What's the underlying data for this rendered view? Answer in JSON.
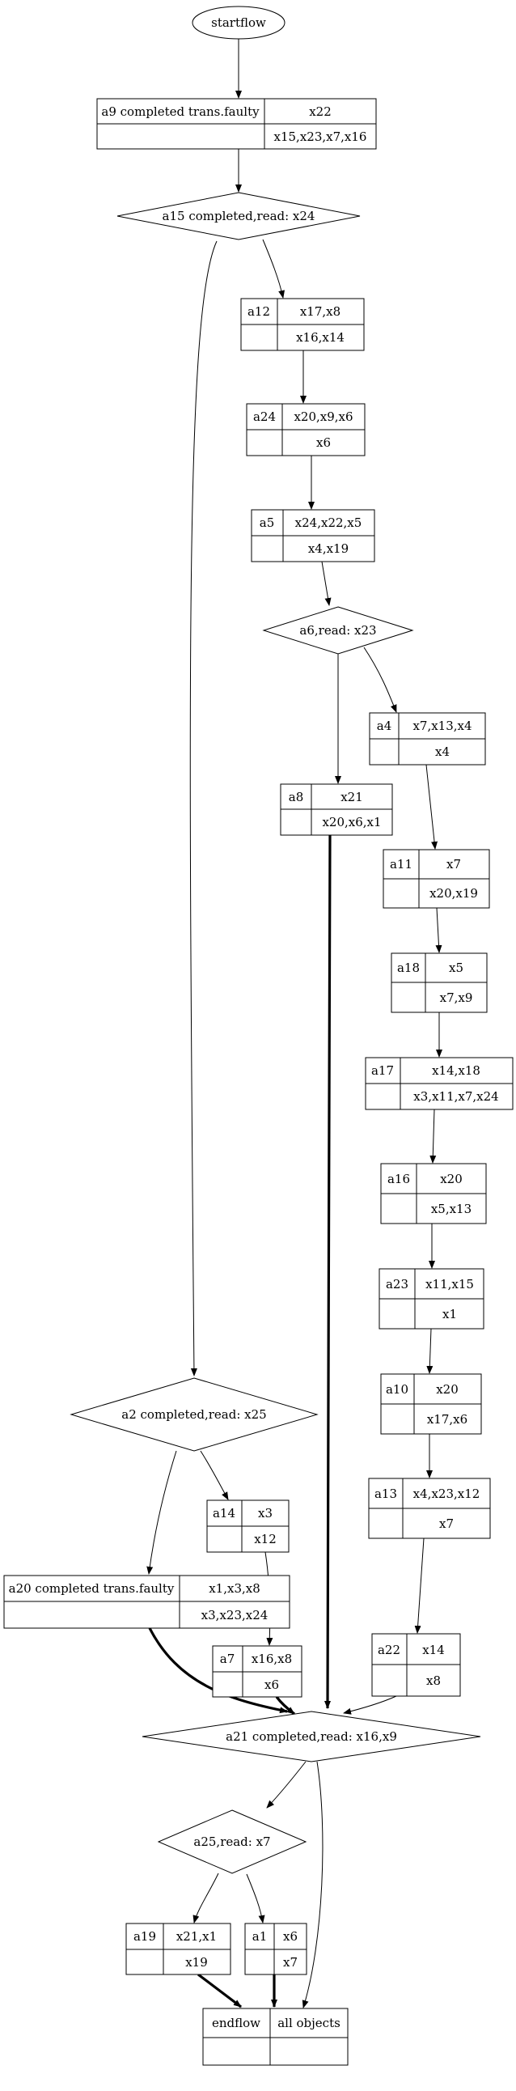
{
  "start": {
    "label": "startflow"
  },
  "decisions": {
    "a15": "a15 completed,read: x24",
    "a6": "a6,read: x23",
    "a2": "a2 completed,read: x25",
    "a21": "a21 completed,read: x16,x9",
    "a25": "a25,read: x7"
  },
  "activities": {
    "a9": {
      "name": "a9 completed trans.faulty",
      "reads": "x22",
      "writes": "x15,x23,x7,x16"
    },
    "a12": {
      "name": "a12",
      "reads": "x17,x8",
      "writes": "x16,x14"
    },
    "a24": {
      "name": "a24",
      "reads": "x20,x9,x6",
      "writes": "x6"
    },
    "a5": {
      "name": "a5",
      "reads": "x24,x22,x5",
      "writes": "x4,x19"
    },
    "a4": {
      "name": "a4",
      "reads": "x7,x13,x4",
      "writes": "x4"
    },
    "a8": {
      "name": "a8",
      "reads": "x21",
      "writes": "x20,x6,x1"
    },
    "a11": {
      "name": "a11",
      "reads": "x7",
      "writes": "x20,x19"
    },
    "a18": {
      "name": "a18",
      "reads": "x5",
      "writes": "x7,x9"
    },
    "a17": {
      "name": "a17",
      "reads": "x14,x18",
      "writes": "x3,x11,x7,x24"
    },
    "a16": {
      "name": "a16",
      "reads": "x20",
      "writes": "x5,x13"
    },
    "a23": {
      "name": "a23",
      "reads": "x11,x15",
      "writes": "x1"
    },
    "a10": {
      "name": "a10",
      "reads": "x20",
      "writes": "x17,x6"
    },
    "a13": {
      "name": "a13",
      "reads": "x4,x23,x12",
      "writes": "x7"
    },
    "a14": {
      "name": "a14",
      "reads": "x3",
      "writes": "x12"
    },
    "a20": {
      "name": "a20 completed trans.faulty",
      "reads": "x1,x3,x8",
      "writes": "x3,x23,x24"
    },
    "a7": {
      "name": "a7",
      "reads": "x16,x8",
      "writes": "x6"
    },
    "a22": {
      "name": "a22",
      "reads": "x14",
      "writes": "x8"
    },
    "a19": {
      "name": "a19",
      "reads": "x21,x1",
      "writes": "x19"
    },
    "a1": {
      "name": "a1",
      "reads": "x6",
      "writes": "x7"
    }
  },
  "end": {
    "name": "endflow",
    "reads": "all objects",
    "writes": ""
  }
}
